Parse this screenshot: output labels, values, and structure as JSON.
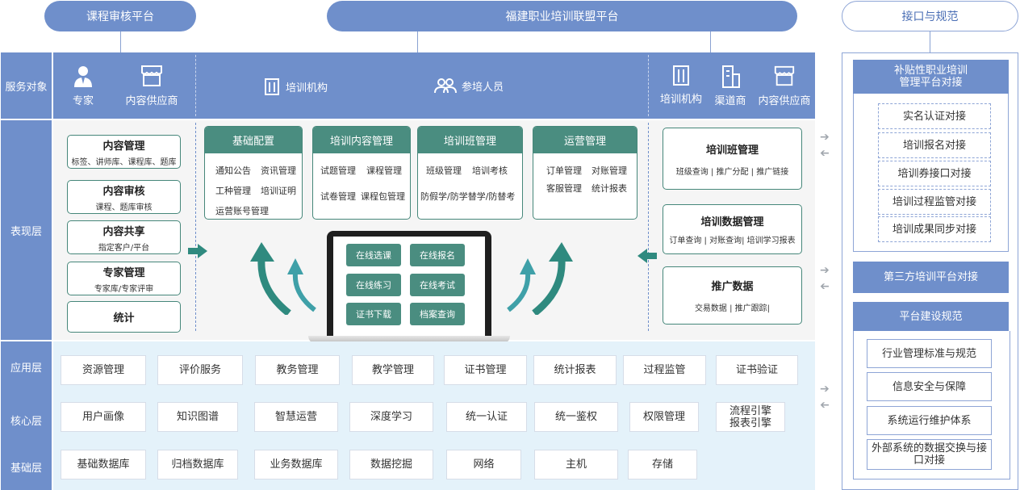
{
  "top": {
    "left_pill": "课程审核平台",
    "center_pill": "福建职业培训联盟平台",
    "right_pill": "接口与规范"
  },
  "layers": {
    "service": "服务对象",
    "presentation": "表现层",
    "application": "应用层",
    "core": "核心层",
    "base": "基础层"
  },
  "service": {
    "left": [
      {
        "icon": "expert-icon",
        "label": "专家"
      },
      {
        "icon": "shop-icon",
        "label": "内容供应商"
      }
    ],
    "center": [
      {
        "icon": "building-icon",
        "label": "培训机构"
      },
      {
        "icon": "people-icon",
        "label": "参培人员"
      }
    ],
    "right": [
      {
        "icon": "building-icon",
        "label": "培训机构"
      },
      {
        "icon": "tower-icon",
        "label": "渠道商"
      },
      {
        "icon": "shop-icon",
        "label": "内容供应商"
      }
    ]
  },
  "left_boxes": [
    {
      "title": "内容管理",
      "sub": "标签、讲师库、课程库、题库"
    },
    {
      "title": "内容审核",
      "sub": "课程、题库审核"
    },
    {
      "title": "内容共享",
      "sub": "指定客户/平台"
    },
    {
      "title": "专家管理",
      "sub": "专家库/专家评审"
    },
    {
      "title": "统计",
      "sub": ""
    }
  ],
  "cards": {
    "base_config": {
      "title": "基础配置",
      "items": [
        "通知公告",
        "资讯管理",
        "工种管理",
        "培训证明",
        "运营账号管理"
      ]
    },
    "content_mgmt": {
      "title": "培训内容管理",
      "items": [
        "试题管理",
        "课程管理",
        "试卷管理",
        "课程包管理"
      ]
    },
    "class_mgmt": {
      "title": "培训班管理",
      "items": [
        "班级管理",
        "培训考核",
        "防假学/防学替学/防替考"
      ]
    },
    "ops_mgmt": {
      "title": "运营管理",
      "items": [
        "订单管理",
        "对账管理",
        "客服管理",
        "统计报表"
      ]
    }
  },
  "screen_buttons": [
    "在线选课",
    "在线报名",
    "在线练习",
    "在线考试",
    "证书下载",
    "档案查询"
  ],
  "right_boxes": [
    {
      "title": "培训班管理",
      "sub": "班级查询 | 推广分配 | 推广链接"
    },
    {
      "title": "培训数据管理",
      "sub": "订单查询 | 对账查询| 培训学习报表"
    },
    {
      "title": "推广数据",
      "sub": "交易数据 | 推广跟踪|"
    }
  ],
  "application": [
    "资源管理",
    "评价服务",
    "教务管理",
    "教学管理",
    "证书管理",
    "统计报表",
    "过程监管",
    "证书验证"
  ],
  "core": [
    "用户画像",
    "知识图谱",
    "智慧运营",
    "深度学习",
    "统一认证",
    "统一鉴权",
    "权限管理",
    "流程引擎\n报表引擎"
  ],
  "base": [
    "基础数据库",
    "归档数据库",
    "业务数据库",
    "数据挖掘",
    "网络",
    "主机",
    "存储"
  ],
  "side": {
    "group1_title": "补贴性职业培训\n管理平台对接",
    "group1_items": [
      "实名认证对接",
      "培训报名对接",
      "培训券接口对接",
      "培训过程监管对接",
      "培训成果同步对接"
    ],
    "third_party": "第三方培训平台对接",
    "group2_title": "平台建设规范",
    "group2_items": [
      "行业管理标准与规范",
      "信息安全与保障",
      "系统运行维护体系",
      "外部系统的数据交换与接\n口对接"
    ]
  },
  "colors": {
    "blue": "#6f8fcb",
    "green": "#4a8d80",
    "light": "#e4f2fa"
  }
}
